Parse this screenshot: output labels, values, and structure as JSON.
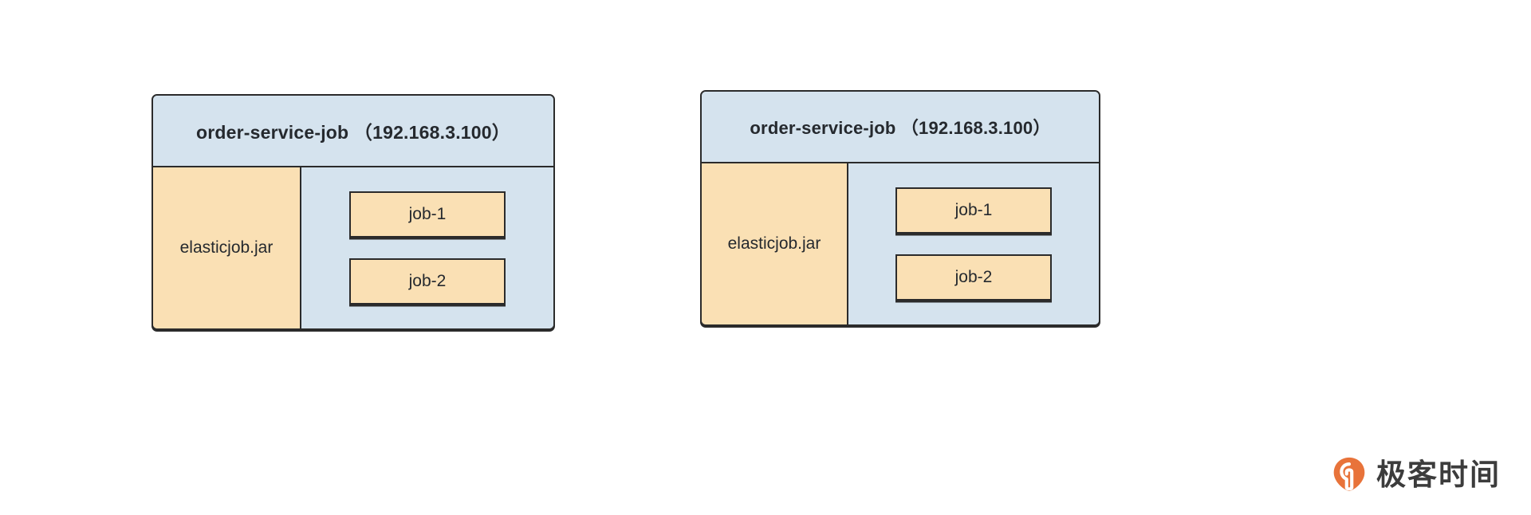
{
  "diagram": {
    "background_color": "#ffffff",
    "panel_fill": "#d5e3ee",
    "accent_fill": "#fae0b4",
    "stroke_color": "#2b2b2b",
    "nodes": [
      {
        "id": "node-left",
        "title": "order-service-job （192.168.3.100）",
        "jar": "elasticjob.jar",
        "jobs": [
          {
            "label": "job-1"
          },
          {
            "label": "job-2"
          }
        ]
      },
      {
        "id": "node-right",
        "title": "order-service-job （192.168.3.100）",
        "jar": "elasticjob.jar",
        "jobs": [
          {
            "label": "job-1"
          },
          {
            "label": "job-2"
          }
        ]
      }
    ]
  },
  "brand": {
    "name": "极客时间",
    "mark_color": "#e8733a",
    "icon": "geektime-pin-logo"
  }
}
